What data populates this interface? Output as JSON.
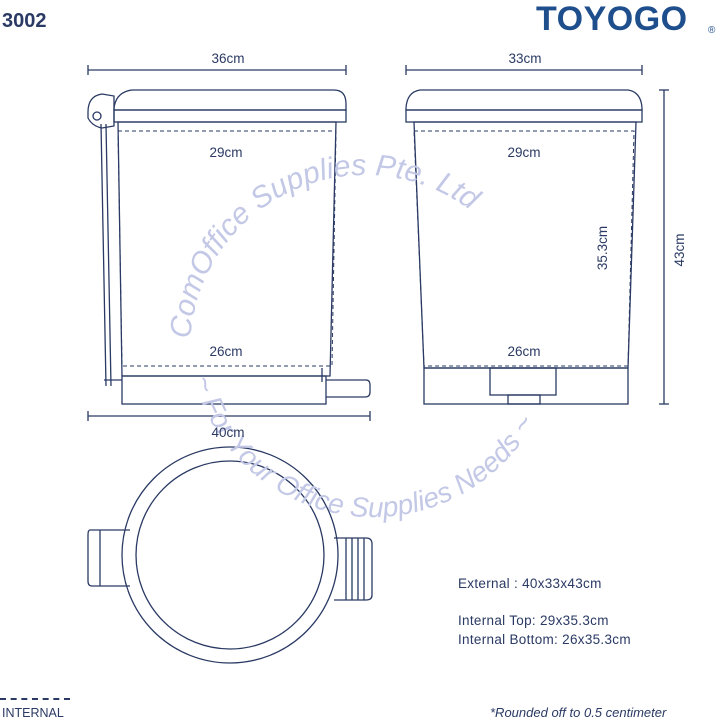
{
  "header": {
    "model_code": "3002",
    "brand": "TOYOGO",
    "brand_mark": "®"
  },
  "dimensions": {
    "side_top_width": "36cm",
    "front_top_width": "33cm",
    "side_internal_top": "29cm",
    "front_internal_top": "29cm",
    "side_internal_bottom": "26cm",
    "front_internal_bottom": "26cm",
    "internal_height": "35.3cm",
    "total_height": "43cm",
    "side_base_width": "40cm"
  },
  "specs": {
    "external": "External : 40x33x43cm",
    "internal_top": "Internal Top: 29x35.3cm",
    "internal_bottom": "Internal Bottom: 26x35.3cm"
  },
  "legend": {
    "label": "INTERNAL"
  },
  "watermark": {
    "line1": "ComOffice Supplies Pte. Ltd",
    "line2": "~ For Your Office Supplies Needs ~"
  },
  "footnote": "*Rounded off to 0.5 centimeter",
  "colors": {
    "line": "#2a3a64",
    "brand": "#1f4e8c",
    "watermark": "#c3c8e6"
  }
}
